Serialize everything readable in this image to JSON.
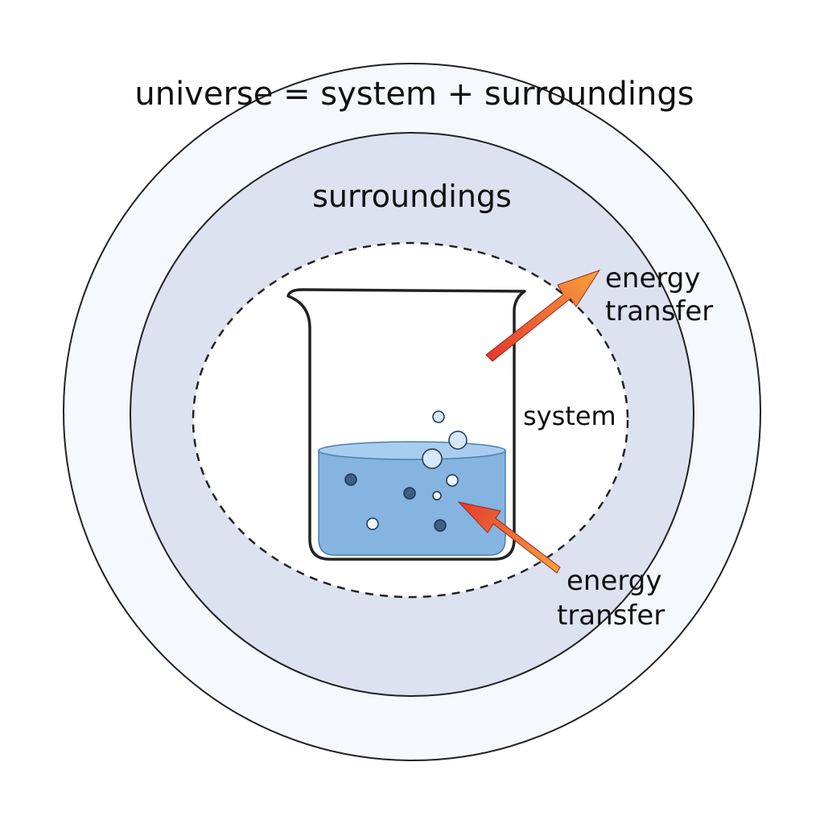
{
  "labels": {
    "universe": "universe = system + surroundings",
    "surroundings": "surroundings",
    "system": "system",
    "energy_out_line1": "energy",
    "energy_out_line2": "transfer",
    "energy_in_line1": "energy",
    "energy_in_line2": "transfer"
  },
  "colors": {
    "universe_fill": "#f5f8fc",
    "surroundings_fill": "#dde2f0",
    "system_fill": "#ffffff",
    "outline": "#222222",
    "water": "#84b4df",
    "water_top": "#a9cdee",
    "particle_dark": "#3e5f86",
    "particle_light": "#eef5ff",
    "arrow_start": "#e43a2f",
    "arrow_end": "#f7a23c"
  }
}
